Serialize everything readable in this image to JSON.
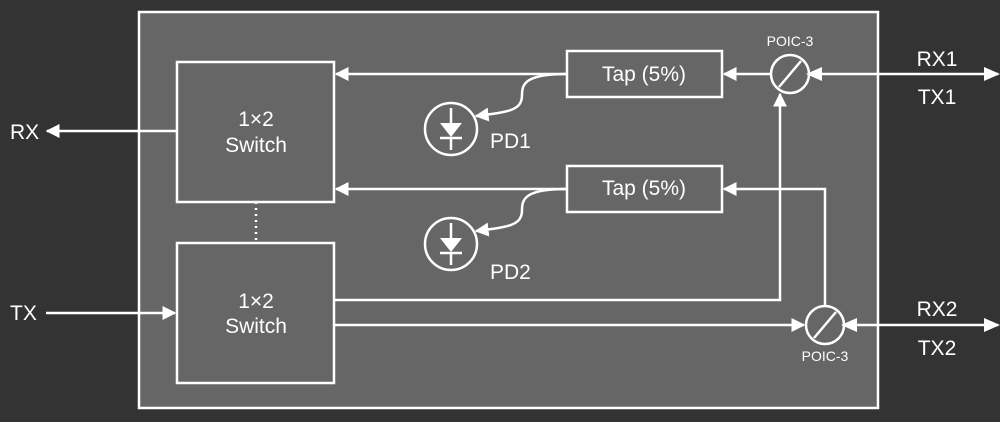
{
  "colors": {
    "background": "#333333",
    "module_fill": "#666666",
    "line": "#ffffff",
    "text": "#ffffff"
  },
  "switches": [
    {
      "line1": "1×2",
      "line2": "Switch"
    },
    {
      "line1": "1×2",
      "line2": "Switch"
    }
  ],
  "taps": [
    {
      "label": "Tap (5%)"
    },
    {
      "label": "Tap (5%)"
    }
  ],
  "photodiodes": [
    {
      "label": "PD1"
    },
    {
      "label": "PD2"
    }
  ],
  "circulators": [
    {
      "label": "POIC-3"
    },
    {
      "label": "POIC-3"
    }
  ],
  "ports": {
    "rx": "RX",
    "tx": "TX",
    "rx1": "RX1",
    "tx1": "TX1",
    "rx2": "RX2",
    "tx2": "TX2"
  }
}
